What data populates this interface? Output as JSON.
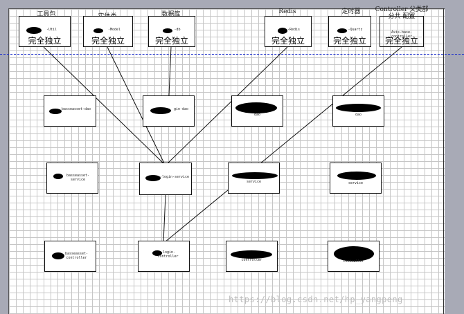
{
  "top_row": {
    "free_label": "完全独立",
    "util": {
      "caption": "工具包",
      "name": "-Util"
    },
    "model": {
      "caption": "实体类",
      "name": "-Model"
    },
    "db": {
      "caption": "数据库",
      "name": "-db"
    },
    "redis": {
      "caption": "Redis",
      "name": "-Redis"
    },
    "quartz": {
      "caption": "定时器",
      "name": "-Quartz"
    },
    "controller": {
      "caption": "Controller 父类部分共 配置",
      "name": "Axis-base-controller"
    }
  },
  "dao_row": [
    {
      "name": "basseasset-dao"
    },
    {
      "name": "gin-dao"
    },
    {
      "name": "dao"
    },
    {
      "name": "dao"
    }
  ],
  "service_row": [
    {
      "name": "basseasset-service"
    },
    {
      "name": "-login-service"
    },
    {
      "name": "service"
    },
    {
      "name": "service"
    }
  ],
  "controller_row": [
    {
      "name": "basseasset-controller"
    },
    {
      "name": "-login-controller"
    },
    {
      "name": "controller"
    },
    {
      "name": "controller"
    }
  ],
  "watermark": "https://blog.csdn.net/hp_yangpeng"
}
